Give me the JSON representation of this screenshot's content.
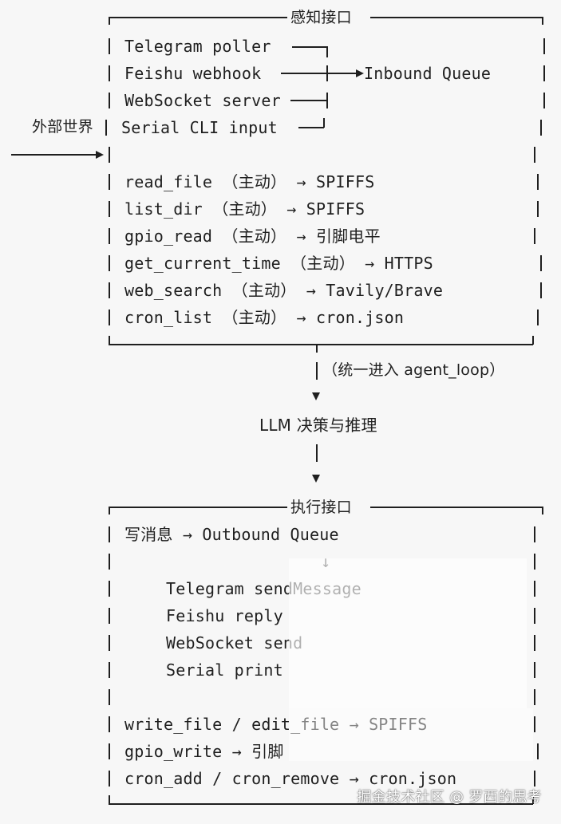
{
  "perception": {
    "title": "感知接口",
    "inputs": [
      "Telegram poller",
      "Feishu webhook",
      "WebSocket server",
      "Serial CLI input"
    ],
    "queue": "Inbound Queue",
    "outside_label": "外部世界",
    "active_items": [
      {
        "name": "read_file",
        "tag": "（主动）",
        "target": "SPIFFS"
      },
      {
        "name": "list_dir",
        "tag": "（主动）",
        "target": "SPIFFS"
      },
      {
        "name": "gpio_read",
        "tag": "（主动）",
        "target": "引脚电平"
      },
      {
        "name": "get_current_time",
        "tag": "（主动）",
        "target": "HTTPS"
      },
      {
        "name": "web_search",
        "tag": "（主动）",
        "target": "Tavily/Brave"
      },
      {
        "name": "cron_list",
        "tag": "（主动）",
        "target": "cron.json"
      }
    ],
    "arrow_glyph": "→"
  },
  "flow": {
    "note": "（统一进入 agent_loop）",
    "llm": "LLM 决策与推理"
  },
  "execution": {
    "title": "执行接口",
    "write_msg": "写消息",
    "outbound": "Outbound Queue",
    "down_arrow": "↓",
    "channels": [
      "Telegram sendMessage",
      "Feishu reply",
      "WebSocket send",
      "Serial print"
    ],
    "actions": [
      {
        "left": "write_file / edit_file",
        "target": "SPIFFS"
      },
      {
        "left": "gpio_write",
        "target": "引脚"
      },
      {
        "left": "cron_add / cron_remove",
        "target": "cron.json"
      }
    ]
  },
  "watermark": "掘金技术社区 @ 罗西的思考"
}
